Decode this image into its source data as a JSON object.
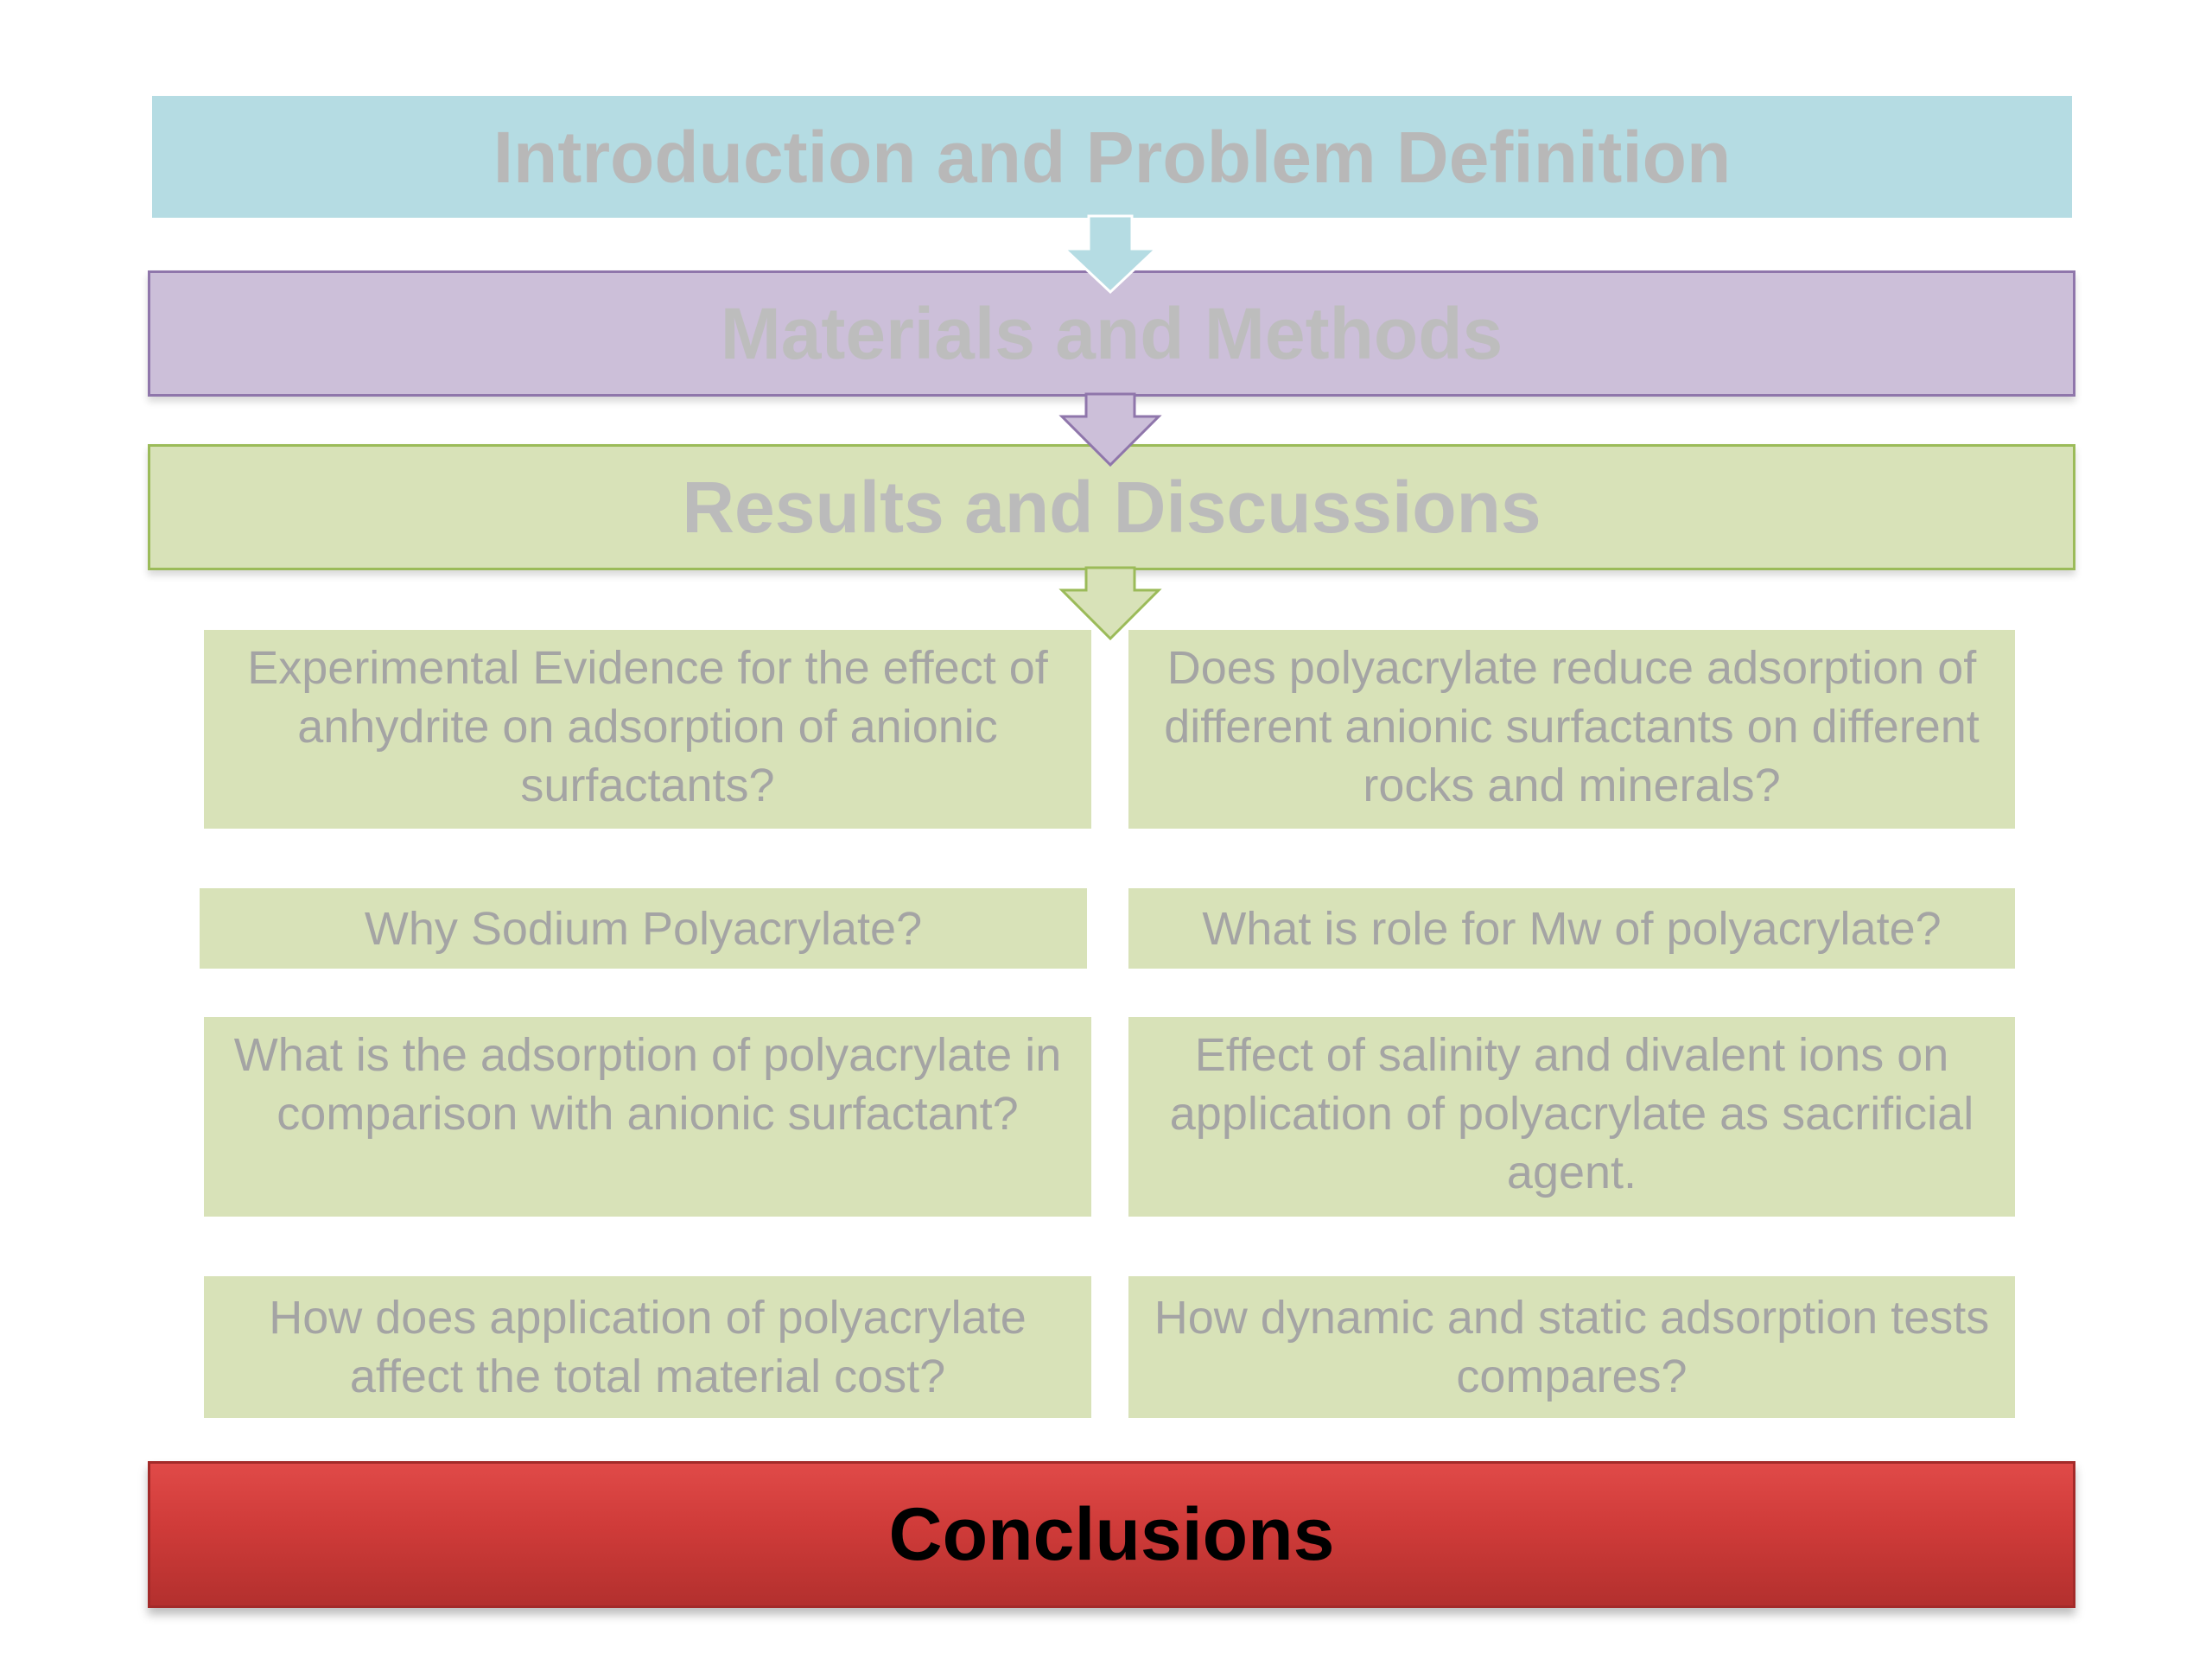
{
  "flow": {
    "intro": "Introduction and Problem Definition",
    "methods": "Materials and Methods",
    "results": "Results and Discussions",
    "conclusions": "Conclusions"
  },
  "questions": [
    "Experimental Evidence for the effect of anhydrite on adsorption of anionic surfactants?",
    "Does polyacrylate reduce adsorption of different anionic surfactants on different rocks and minerals?",
    "Why Sodium Polyacrylate?",
    "What is role for Mw of polyacrylate?",
    "What is the adsorption of polyacrylate in comparison with anionic surfactant?",
    "Effect of salinity and divalent ions on application of polyacrylate as sacrificial agent.",
    "How does application of polyacrylate affect the total material cost?",
    "How dynamic and static adsorption tests compares?"
  ],
  "colors": {
    "intro": "#b5dce3",
    "methods": "#ccbfd9",
    "results": "#d8e2b8",
    "conclusions": "#cf3b39"
  }
}
